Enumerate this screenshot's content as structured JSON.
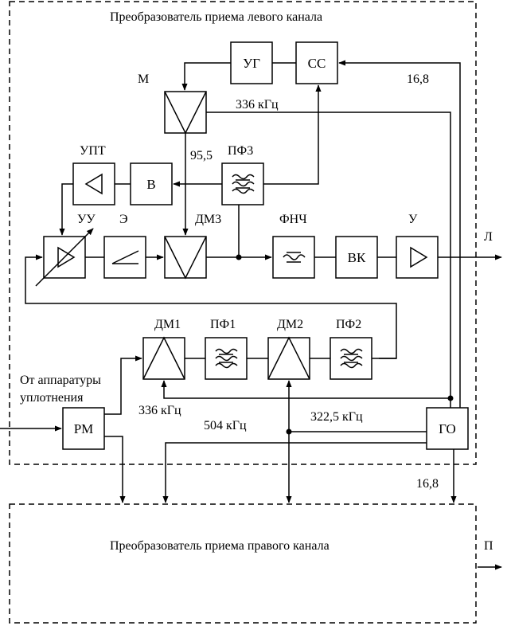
{
  "title_left": "Преобразователь приема левого канала",
  "title_right": "Преобразователь приема правого канала",
  "blocks": {
    "ug": "УГ",
    "ss": "СС",
    "m": "М",
    "upt": "УПТ",
    "v": "В",
    "pf3": "ПФ3",
    "uu": "УУ",
    "e": "Э",
    "dm3": "ДМ3",
    "fnch": "ФНЧ",
    "vk": "ВК",
    "u": "У",
    "dm1": "ДМ1",
    "pf1": "ПФ1",
    "dm2": "ДМ2",
    "pf2": "ПФ2",
    "rm": "РМ",
    "go": "ГО"
  },
  "signals": {
    "f168_top": "16,8",
    "f336_top": "336 кГц",
    "f955": "95,5",
    "f336_bottom": "336 кГц",
    "f504": "504 кГц",
    "f3225": "322,5 кГц",
    "f168_bottom": "16,8"
  },
  "outputs": {
    "l": "Л",
    "p": "П"
  },
  "input_label_line1": "От аппаратуры",
  "input_label_line2": "уплотнения"
}
